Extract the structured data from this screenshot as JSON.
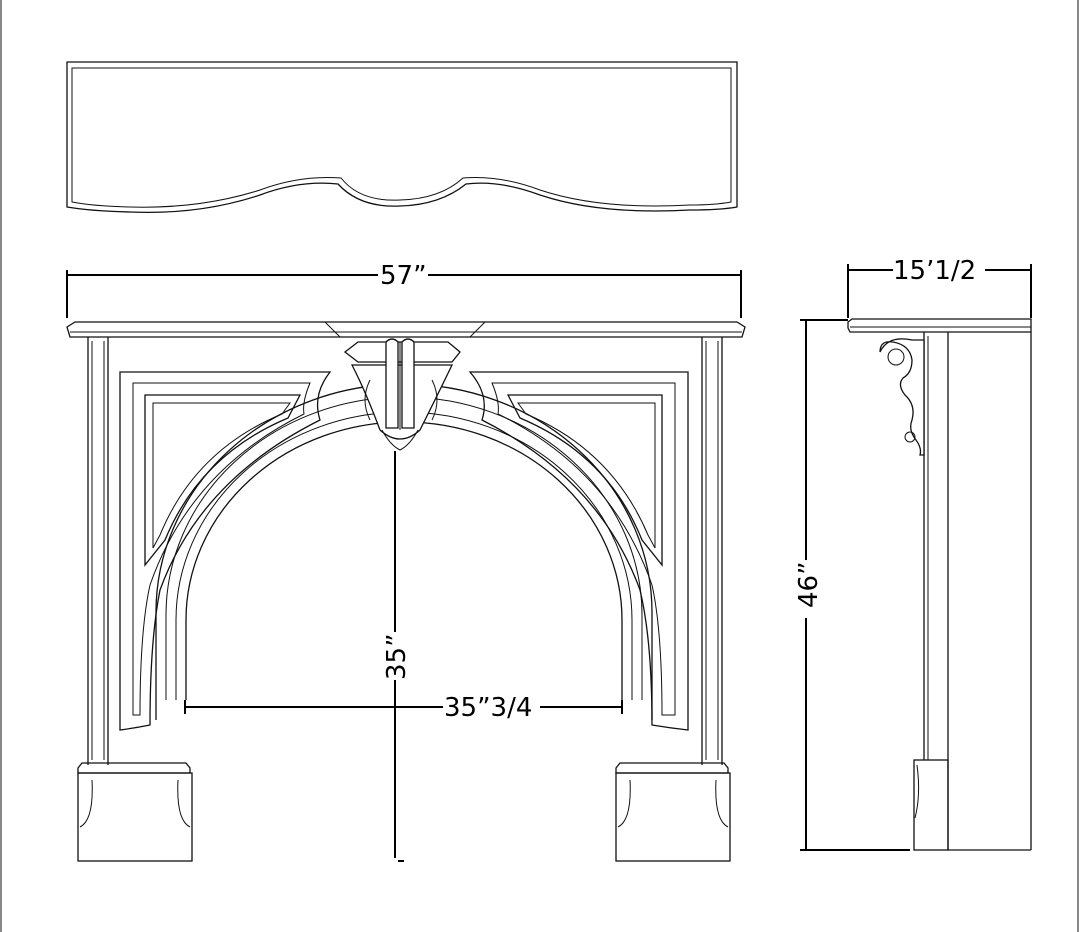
{
  "drawing": {
    "dimensions": {
      "overall_width": "57”",
      "depth": "15’1/2",
      "opening_height": "35”",
      "opening_width": "35”3/4",
      "overall_height": "46”"
    }
  }
}
